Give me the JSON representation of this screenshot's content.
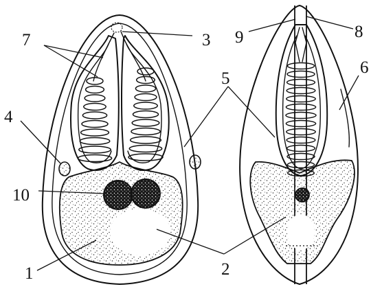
{
  "figure": {
    "labels": {
      "l1": "1",
      "l2": "2",
      "l3": "3",
      "l4": "4",
      "l5": "5",
      "l6": "6",
      "l7": "7",
      "l8": "8",
      "l9": "9",
      "l10": "10"
    }
  }
}
